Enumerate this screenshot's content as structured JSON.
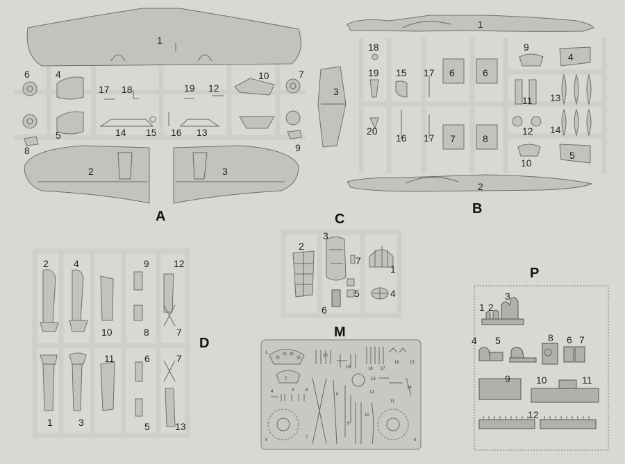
{
  "sprue_a": {
    "letter": "A",
    "labels": [
      "1",
      "6",
      "4",
      "17",
      "18",
      "19",
      "12",
      "10",
      "7",
      "3",
      "8",
      "5",
      "14",
      "15",
      "16",
      "13",
      "9",
      "2",
      "3"
    ]
  },
  "sprue_b": {
    "letter": "B",
    "labels": [
      "1",
      "18",
      "19",
      "15",
      "17",
      "6",
      "6",
      "9",
      "4",
      "11",
      "13",
      "20",
      "16",
      "17",
      "7",
      "8",
      "12",
      "14",
      "10",
      "5",
      "2"
    ]
  },
  "sprue_c": {
    "letter": "C",
    "labels": [
      "2",
      "3",
      "7",
      "1",
      "5",
      "4",
      "6"
    ]
  },
  "sprue_d": {
    "letter": "D",
    "labels": [
      "2",
      "4",
      "9",
      "12",
      "10",
      "8",
      "7",
      "11",
      "6",
      "7",
      "1",
      "3",
      "5",
      "13"
    ]
  },
  "fret_m": {
    "letter": "M",
    "labels": [
      "1",
      "2",
      "20",
      "19",
      "18",
      "17",
      "16",
      "15",
      "13",
      "3",
      "4",
      "6",
      "12",
      "14",
      "8",
      "11",
      "10",
      "9",
      "7",
      "5",
      "5"
    ]
  },
  "resin_p": {
    "letter": "P",
    "labels": [
      "1",
      "2",
      "3",
      "4",
      "5",
      "8",
      "6",
      "7",
      "9",
      "10",
      "11",
      "12"
    ]
  }
}
